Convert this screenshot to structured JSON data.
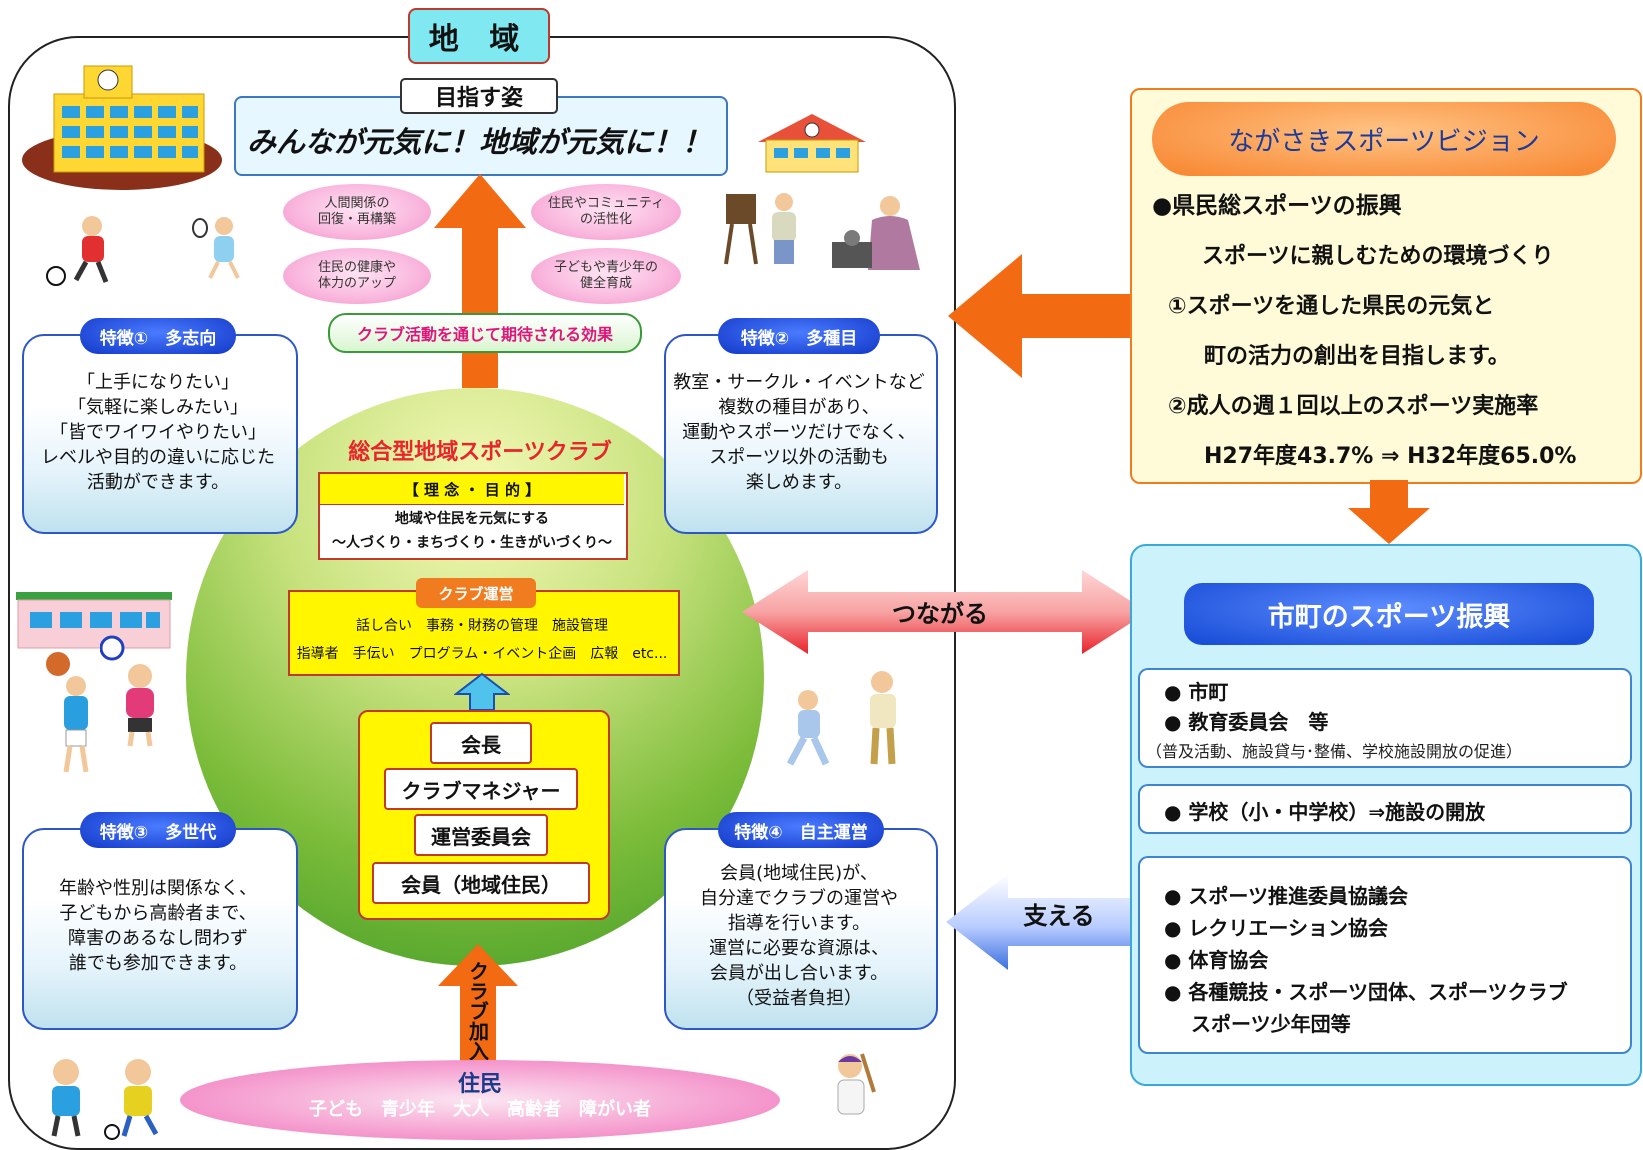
{
  "region": {
    "title": "地 域"
  },
  "goal": {
    "label": "目指す姿",
    "text": "みんなが元気に！地域が元気に！！"
  },
  "effects": {
    "items": [
      "人間関係の\n回復・再構築",
      "住民やコミュニティ\nの活性化",
      "住民の健康や\n体力のアップ",
      "子どもや青少年の\n健全育成"
    ],
    "banner": "クラブ活動を通じて期待される効果"
  },
  "club": {
    "name": "総合型地域スポーツクラブ",
    "philosophy": {
      "heading": "【 理 念 ・ 目 的 】",
      "line1": "地域や住民を元気にする",
      "line2": "～人づくり・まちづくり・生きがいづくり～"
    },
    "operations": {
      "label": "クラブ運営",
      "line1": "話し合い　事務・財務の管理　施設管理",
      "line2": "指導者　手伝い　プログラム・イベント企画　広報　etc..."
    },
    "roles": [
      "会長",
      "クラブマネジャー",
      "運営委員会",
      "会員（地域住民）"
    ]
  },
  "features": [
    {
      "tag": "特徴①　多志向",
      "text": "「上手になりたい」\n「気軽に楽しみたい」\n「皆でワイワイやりたい」\nレベルや目的の違いに応じた\n活動ができます。"
    },
    {
      "tag": "特徴②　多種目",
      "text": "教室・サークル・イベントなど\n複数の種目があり、\n運動やスポーツだけでなく、\nスポーツ以外の活動も\n楽しめます。"
    },
    {
      "tag": "特徴③　多世代",
      "text": "年齢や性別は関係なく、\n子どもから高齢者まで、\n障害のあるなし問わず\n誰でも参加できます。"
    },
    {
      "tag": "特徴④　自主運営",
      "text": "会員(地域住民)が、\n自分達でクラブの運営や\n指導を行います。\n運営に必要な資源は、\n会員が出し合います。\n（受益者負担）"
    }
  ],
  "residents": {
    "title": "住民",
    "groups": "子ども　青少年　大人　高齢者　障がい者"
  },
  "join_label": "クラブ加入",
  "vision": {
    "title": "ながさきスポーツビジョン",
    "lines": [
      "●県民総スポーツの振興",
      "スポーツに親しむための環境づくり",
      "①スポーツを通した県民の元気と",
      "町の活力の創出を目指します。",
      "②成人の週１回以上のスポーツ実施率",
      "H27年度43.7% ⇒ H32年度65.0%"
    ]
  },
  "connect_label": "つながる",
  "support_label": "支える",
  "city": {
    "title": "市町のスポーツ振興",
    "card1": {
      "lines": [
        "●  市町",
        "●  教育委員会　等"
      ],
      "note": "（普及活動、施設貸与･整備、学校施設開放の促進）"
    },
    "card2": {
      "line": "●  学校（小・中学校）⇒施設の開放"
    },
    "card3": {
      "lines": [
        "●  スポーツ推進委員協議会",
        "●  レクリエーション協会",
        "●  体育協会",
        "●  各種競技・スポーツ団体、スポーツクラブ",
        "　 スポーツ少年団等"
      ]
    }
  },
  "colors": {
    "orange_arrow": "#f26a12",
    "connect_arrow": "#e8222a",
    "support_arrow": "#3b6fe0",
    "feature_tag": "#1f49d6"
  }
}
